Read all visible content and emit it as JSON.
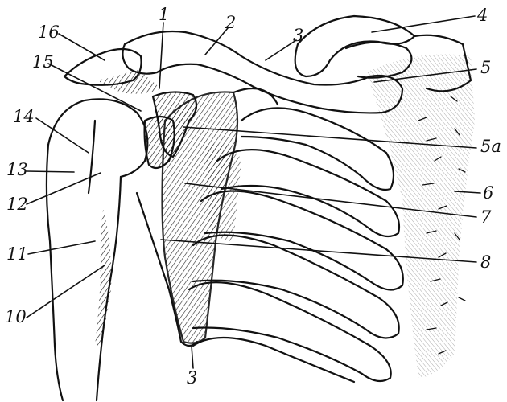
{
  "figure": {
    "labels": {
      "l1": "1",
      "l2": "2",
      "l3_top": "3",
      "l4": "4",
      "l5": "5",
      "l5a": "5a",
      "l6": "6",
      "l7": "7",
      "l8": "8",
      "l3_bottom": "3",
      "l10": "10",
      "l11": "11",
      "l12": "12",
      "l13": "13",
      "l14": "14",
      "l15": "15",
      "l16": "16"
    },
    "colors": {
      "ink": "#111111",
      "paper": "#ffffff"
    }
  }
}
